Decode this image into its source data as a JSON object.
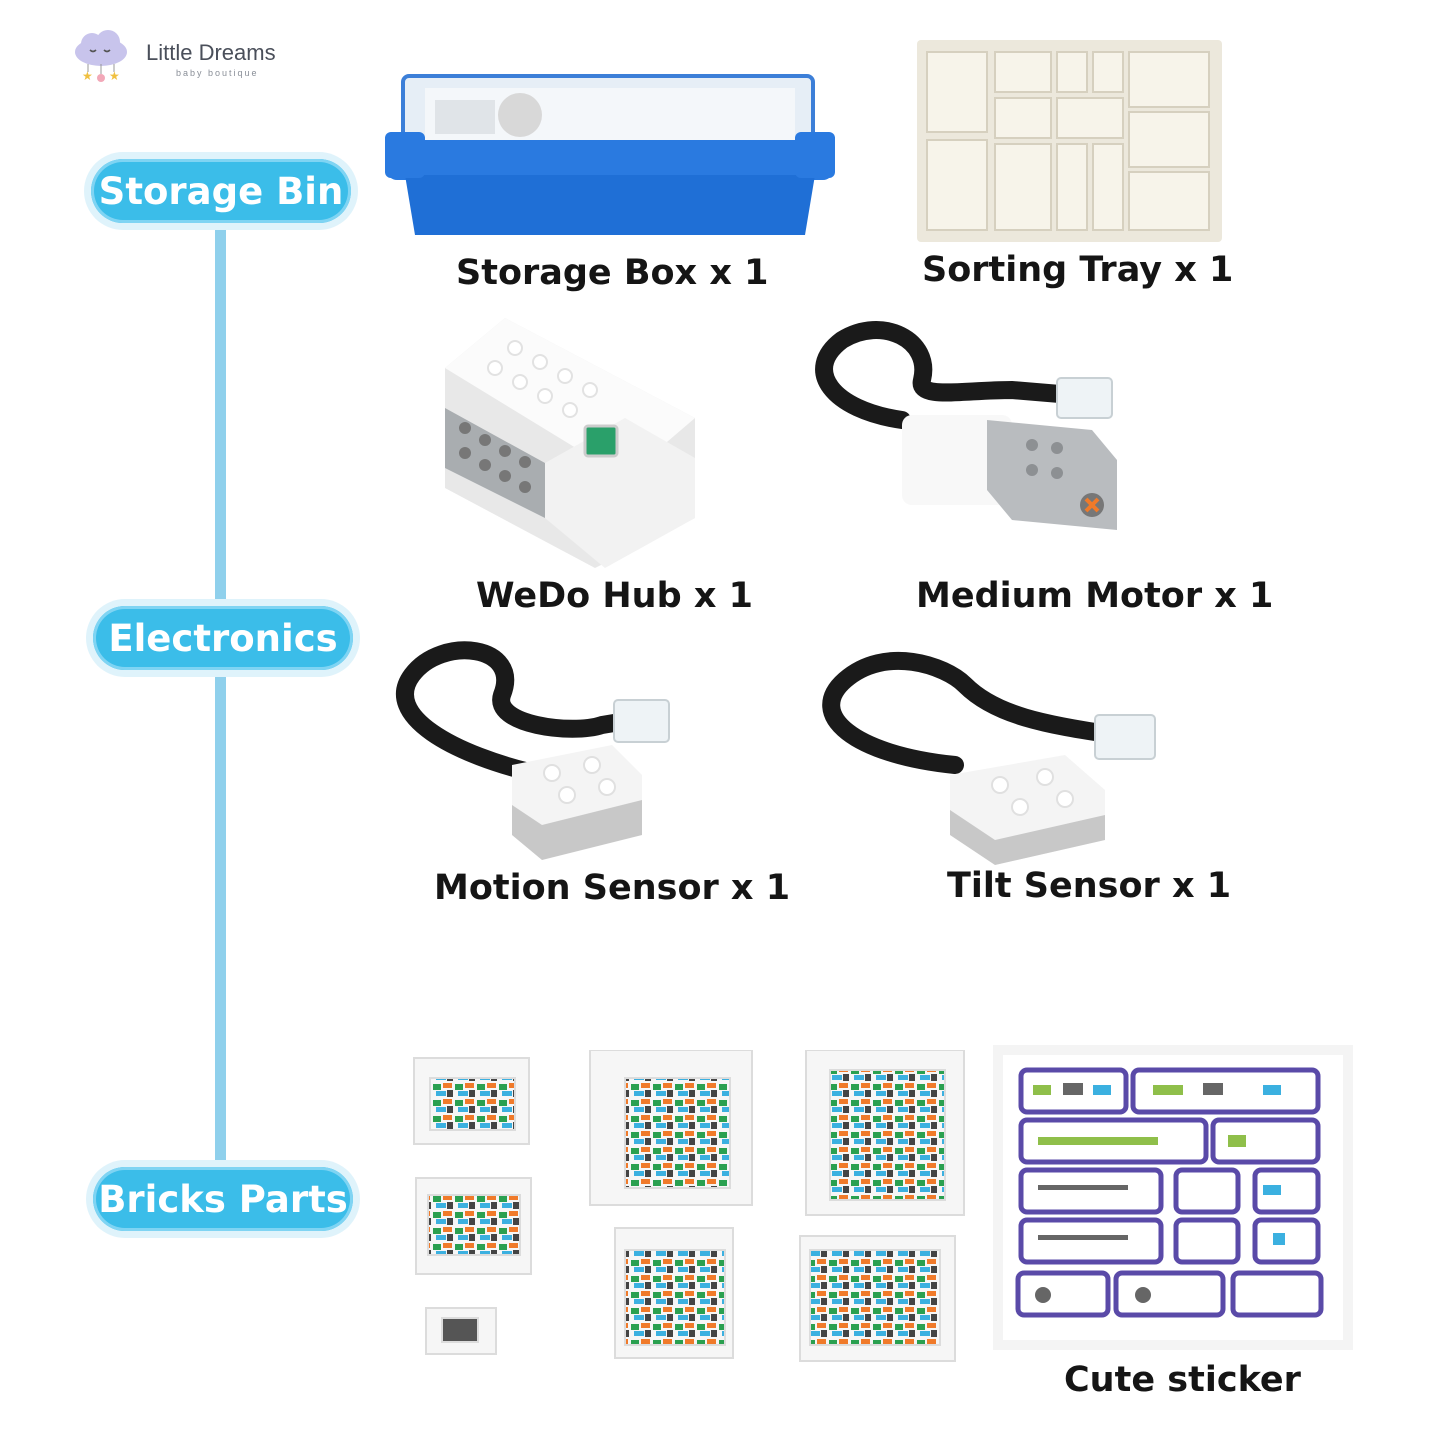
{
  "brand": {
    "name": "Little Dreams",
    "tagline": "baby boutique"
  },
  "categories": [
    {
      "label": "Storage Bin"
    },
    {
      "label": "Electronics"
    },
    {
      "label": "Bricks Parts"
    }
  ],
  "items": {
    "storage_box": "Storage Box x 1",
    "sorting_tray": "Sorting Tray x 1",
    "wedo_hub": "WeDo Hub x 1",
    "medium_motor": "Medium Motor x 1",
    "motion_sensor": "Motion Sensor x 1",
    "tilt_sensor": "Tilt Sensor x 1",
    "cute_sticker": "Cute sticker"
  },
  "colors": {
    "accent": "#3bbde9",
    "line": "#8fd0ec",
    "box_blue": "#1f6fd6"
  }
}
